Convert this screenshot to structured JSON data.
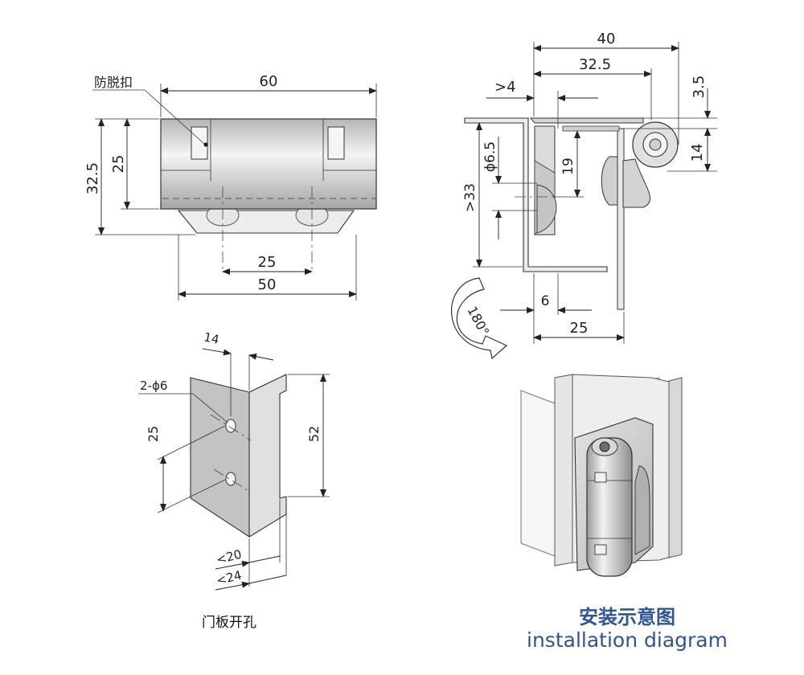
{
  "front_view": {
    "callout": "防脱扣",
    "dims": {
      "width": "60",
      "height_total": "32.5",
      "height_body": "25",
      "hole_spacing": "25",
      "base_width": "50"
    }
  },
  "side_view": {
    "dims": {
      "width": "40",
      "pin_offset": "32.5",
      "clearance": ">4",
      "pin_height": "3.5",
      "pin_dia": "14",
      "hole_dia": "ϕ6.5",
      "hole_depth": "19",
      "plate_height": ">33",
      "gap": "6",
      "leg": "25"
    },
    "rotation": "180°"
  },
  "door_panel": {
    "dims": {
      "flange": "14",
      "holes": "2-ϕ6",
      "hole_spacing": "25",
      "height": "52",
      "angle_1": "<20",
      "angle_2": "<24"
    },
    "caption": "门板开孔"
  },
  "installation": {
    "caption_cn": "安装示意图",
    "caption_en": "installation diagram"
  }
}
